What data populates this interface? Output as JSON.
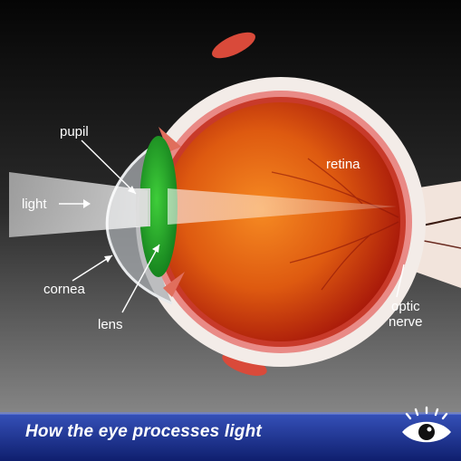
{
  "labels": {
    "pupil": "pupil",
    "light": "light",
    "cornea": "cornea",
    "lens": "lens",
    "retina": "retina",
    "optic_line1": "optic",
    "optic_line2": "nerve"
  },
  "caption": "How the eye processes light",
  "logo_icon": "eye-logo-icon",
  "colors": {
    "background_top": "#0b0b0b",
    "background_bottom": "#8a8a8a",
    "caption_bar": "#1a2e8a",
    "vitreous_center": "#f07a1a",
    "vitreous_edge": "#b11c05",
    "lens": "#1fa52a",
    "sclera": "#f3ece8",
    "label_text": "#ffffff"
  }
}
